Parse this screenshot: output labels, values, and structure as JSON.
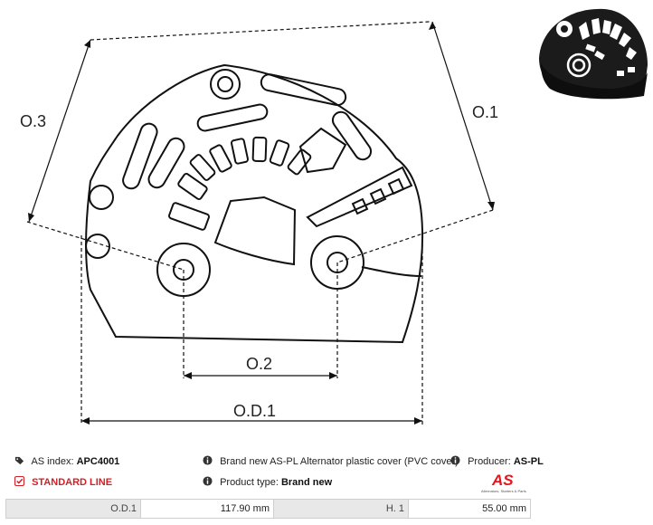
{
  "dimension_labels": {
    "o3": "O.3",
    "o1": "O.1",
    "o2": "O.2",
    "od1": "O.D.1"
  },
  "info": {
    "as_index_label": "AS index:",
    "as_index_value": "APC4001",
    "description": "Brand new AS-PL Alternator plastic cover (PVC cover)",
    "producer_label": "Producer:",
    "producer_value": "AS-PL",
    "line_label": "STANDARD LINE",
    "product_type_label": "Product type:",
    "product_type_value": "Brand new"
  },
  "logo": {
    "mark": "AS",
    "tagline": "Alternators, Starters & Parts",
    "color": "#e3161b"
  },
  "specs": [
    {
      "label": "O.D.1",
      "value": "117.90 mm"
    },
    {
      "label": "H. 1",
      "value": "55.00 mm"
    }
  ],
  "colors": {
    "accent_red": "#d21f26",
    "table_header_bg": "#e8e8e8"
  }
}
